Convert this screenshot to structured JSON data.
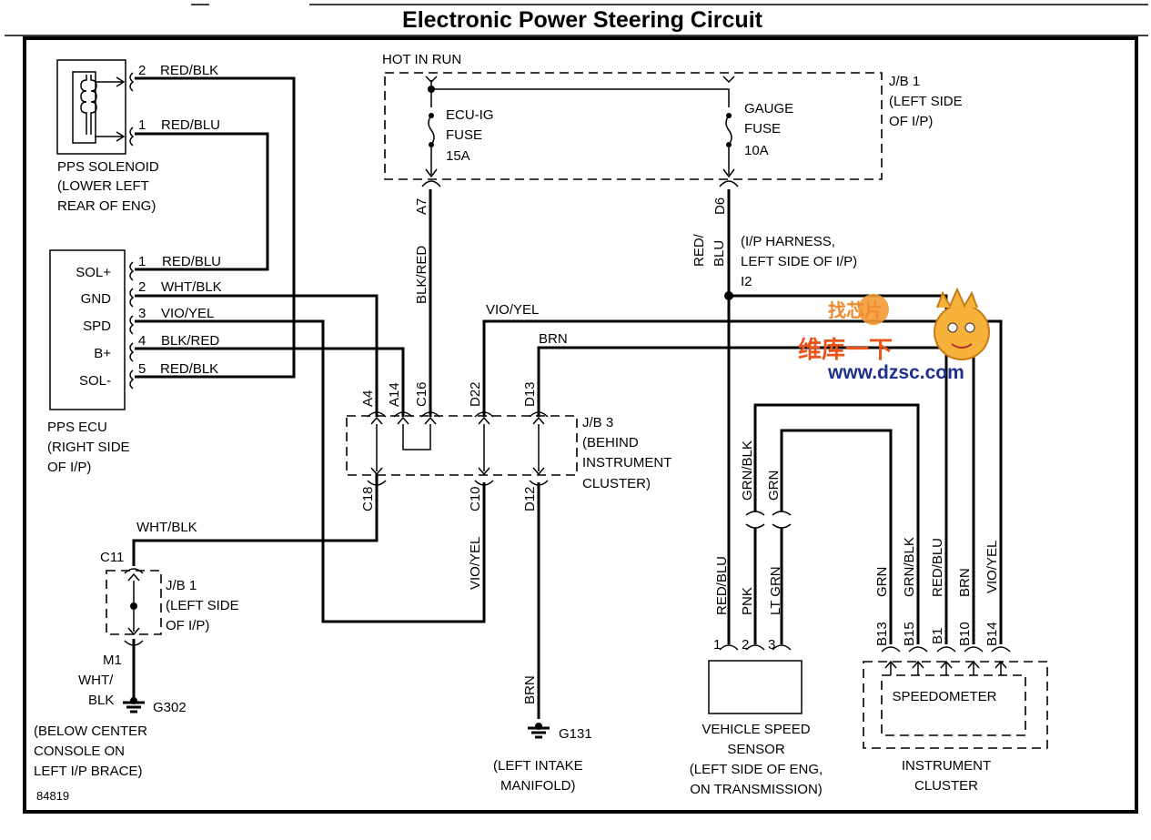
{
  "title": "Electronic Power Steering Circuit",
  "figure_id": "84819",
  "solenoid": {
    "name": "PPS SOLENOID",
    "loc1": "(LOWER LEFT",
    "loc2": "REAR OF ENG)",
    "pins": [
      {
        "num": "2",
        "wire": "RED/BLK"
      },
      {
        "num": "1",
        "wire": "RED/BLU"
      }
    ]
  },
  "ecu": {
    "name": "PPS ECU",
    "loc1": "(RIGHT SIDE",
    "loc2": "OF I/P)",
    "pins": [
      {
        "label": "SOL+",
        "num": "1",
        "wire": "RED/BLU"
      },
      {
        "label": "GND",
        "num": "2",
        "wire": "WHT/BLK"
      },
      {
        "label": "SPD",
        "num": "3",
        "wire": "VIO/YEL"
      },
      {
        "label": "B+",
        "num": "4",
        "wire": "BLK/RED"
      },
      {
        "label": "SOL-",
        "num": "5",
        "wire": "RED/BLK"
      }
    ]
  },
  "jb1_top": {
    "hot": "HOT IN RUN",
    "name": "J/B 1",
    "loc1": "(LEFT SIDE",
    "loc2": "OF I/P)",
    "fuse1": [
      "ECU-IG",
      "FUSE",
      "15A"
    ],
    "fuse2": [
      "GAUGE",
      "FUSE",
      "10A"
    ],
    "pin_a7": "A7",
    "pin_d6": "D6"
  },
  "wires": {
    "blk_red": "BLK/RED",
    "red_blu_1": "RED/",
    "red_blu_2": "BLU",
    "vio_yel_top": "VIO/YEL",
    "brn_top": "BRN",
    "wht_blk_lower": "WHT/BLK",
    "vio_yel_mid": "VIO/YEL",
    "brn_mid": "BRN",
    "wht_blk_gnd_1": "WHT/",
    "wht_blk_gnd_2": "BLK",
    "grn_blk_v": "GRN/BLK",
    "grn_v": "GRN",
    "red_blu_vss": "RED/BLU",
    "pnk": "PNK",
    "lt_grn": "LT GRN",
    "cl_wires": [
      "GRN",
      "GRN/BLK",
      "RED/BLU",
      "BRN",
      "VIO/YEL"
    ]
  },
  "harness": {
    "line1": "(I/P HARNESS,",
    "line2": "LEFT SIDE OF I/P)",
    "splice": "I2"
  },
  "jb3": {
    "name": "J/B 3",
    "loc1": "(BEHIND",
    "loc2": "INSTRUMENT",
    "loc3": "CLUSTER)",
    "top_pins": [
      "A4",
      "A14",
      "C16",
      "D22",
      "D13"
    ],
    "bottom_pins": [
      "C18",
      "C10",
      "D12"
    ]
  },
  "jb1_lower": {
    "pin_top": "C11",
    "name": "J/B 1",
    "loc1": "(LEFT SIDE",
    "loc2": "OF I/P)",
    "pin_bottom": "M1"
  },
  "grounds": {
    "g302": "G302",
    "g302_loc": [
      "(BELOW CENTER",
      "CONSOLE ON",
      "LEFT I/P BRACE)"
    ],
    "g131": "G131",
    "g131_loc": [
      "(LEFT INTAKE",
      "MANIFOLD)"
    ]
  },
  "vss": {
    "pins": [
      "1",
      "2",
      "3"
    ],
    "line1": "VEHICLE SPEED",
    "line2": "SENSOR",
    "line3": "(LEFT SIDE OF ENG,",
    "line4": "ON TRANSMISSION)"
  },
  "cluster": {
    "pins": [
      "B13",
      "B15",
      "B1",
      "B10",
      "B14"
    ],
    "inner": "SPEEDOMETER",
    "line1": "INSTRUMENT",
    "line2": "CLUSTER"
  },
  "watermark": {
    "brand": "维库一下",
    "logo": "找芯片",
    "url": "www.dzsc.com"
  }
}
